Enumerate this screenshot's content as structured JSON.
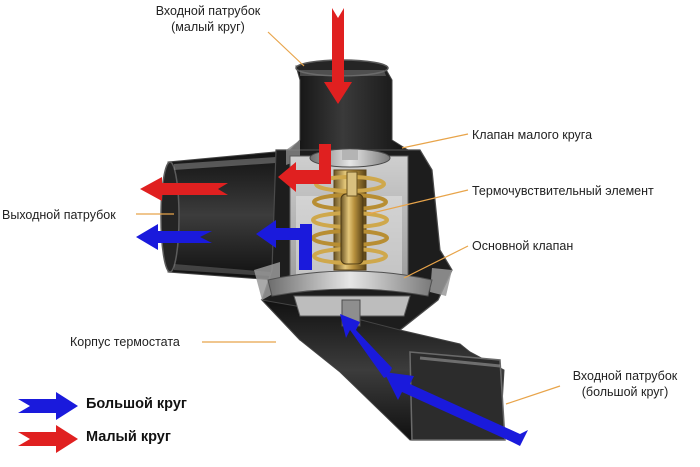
{
  "labels": {
    "inlet_small": [
      "Входной патрубок",
      "(малый круг)"
    ],
    "valve_small": "Клапан малого круга",
    "thermo_element": "Термочувствительный элемент",
    "main_valve": "Основной клапан",
    "outlet": "Выходной патрубок",
    "housing": "Корпус термостата",
    "inlet_big": [
      "Входной патрубок",
      "(большой круг)"
    ]
  },
  "legend": {
    "big": {
      "label": "Большой круг",
      "color": "#1a1adc"
    },
    "small": {
      "label": "Малый круг",
      "color": "#e02020"
    }
  },
  "colors": {
    "leader": "#e8a44a",
    "housing_dark": "#1c1c1c",
    "housing_grey": "#8d8d8d",
    "cavity": "#d8d8d8",
    "brass": "#c9a24a"
  }
}
